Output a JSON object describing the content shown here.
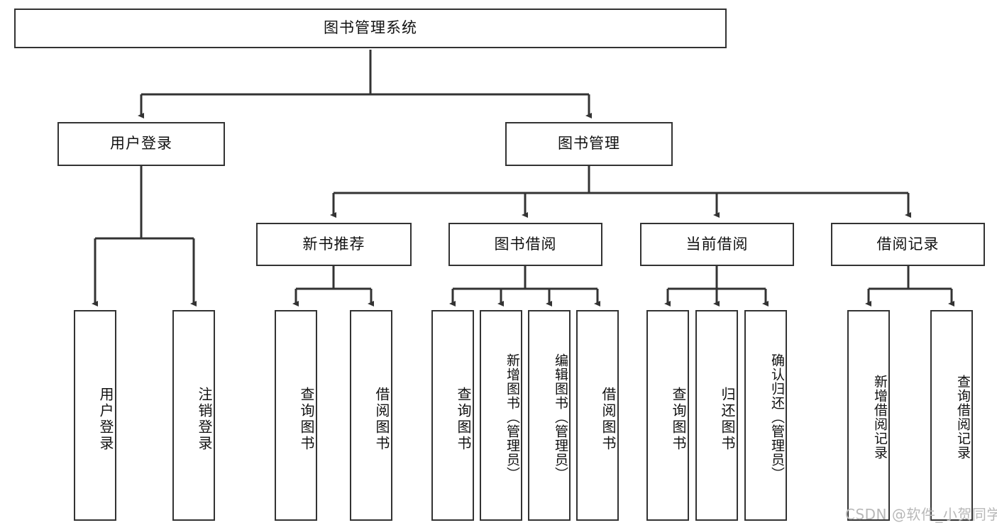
{
  "diagram": {
    "title": "图书管理系统",
    "root": {
      "label": "图书管理系统"
    },
    "level2": [
      {
        "label": "用户登录"
      },
      {
        "label": "图书管理"
      }
    ],
    "level3": [
      {
        "label": "新书推荐"
      },
      {
        "label": "图书借阅"
      },
      {
        "label": "当前借阅"
      },
      {
        "label": "借阅记录"
      }
    ],
    "leaves": {
      "user_login": [
        {
          "label": "用户登录"
        },
        {
          "label": "注销登录"
        }
      ],
      "new_book_recommend": [
        {
          "label": "查询图书"
        },
        {
          "label": "借阅图书"
        }
      ],
      "book_borrow": [
        {
          "label": "查询图书"
        },
        {
          "label": "新增图书（管理员）"
        },
        {
          "label": "编辑图书（管理员）"
        },
        {
          "label": "借阅图书"
        }
      ],
      "current_borrow": [
        {
          "label": "查询图书"
        },
        {
          "label": "归还图书"
        },
        {
          "label": "确认归还（管理员）"
        }
      ],
      "borrow_record": [
        {
          "label": "新增借阅记录"
        },
        {
          "label": "查询借阅记录"
        }
      ]
    }
  },
  "watermark": {
    "text": "CSDN @软件_小贺同学"
  },
  "colors": {
    "border": "#333333",
    "background": "#ffffff",
    "text": "#111111",
    "watermark": "#b8b8b8"
  }
}
